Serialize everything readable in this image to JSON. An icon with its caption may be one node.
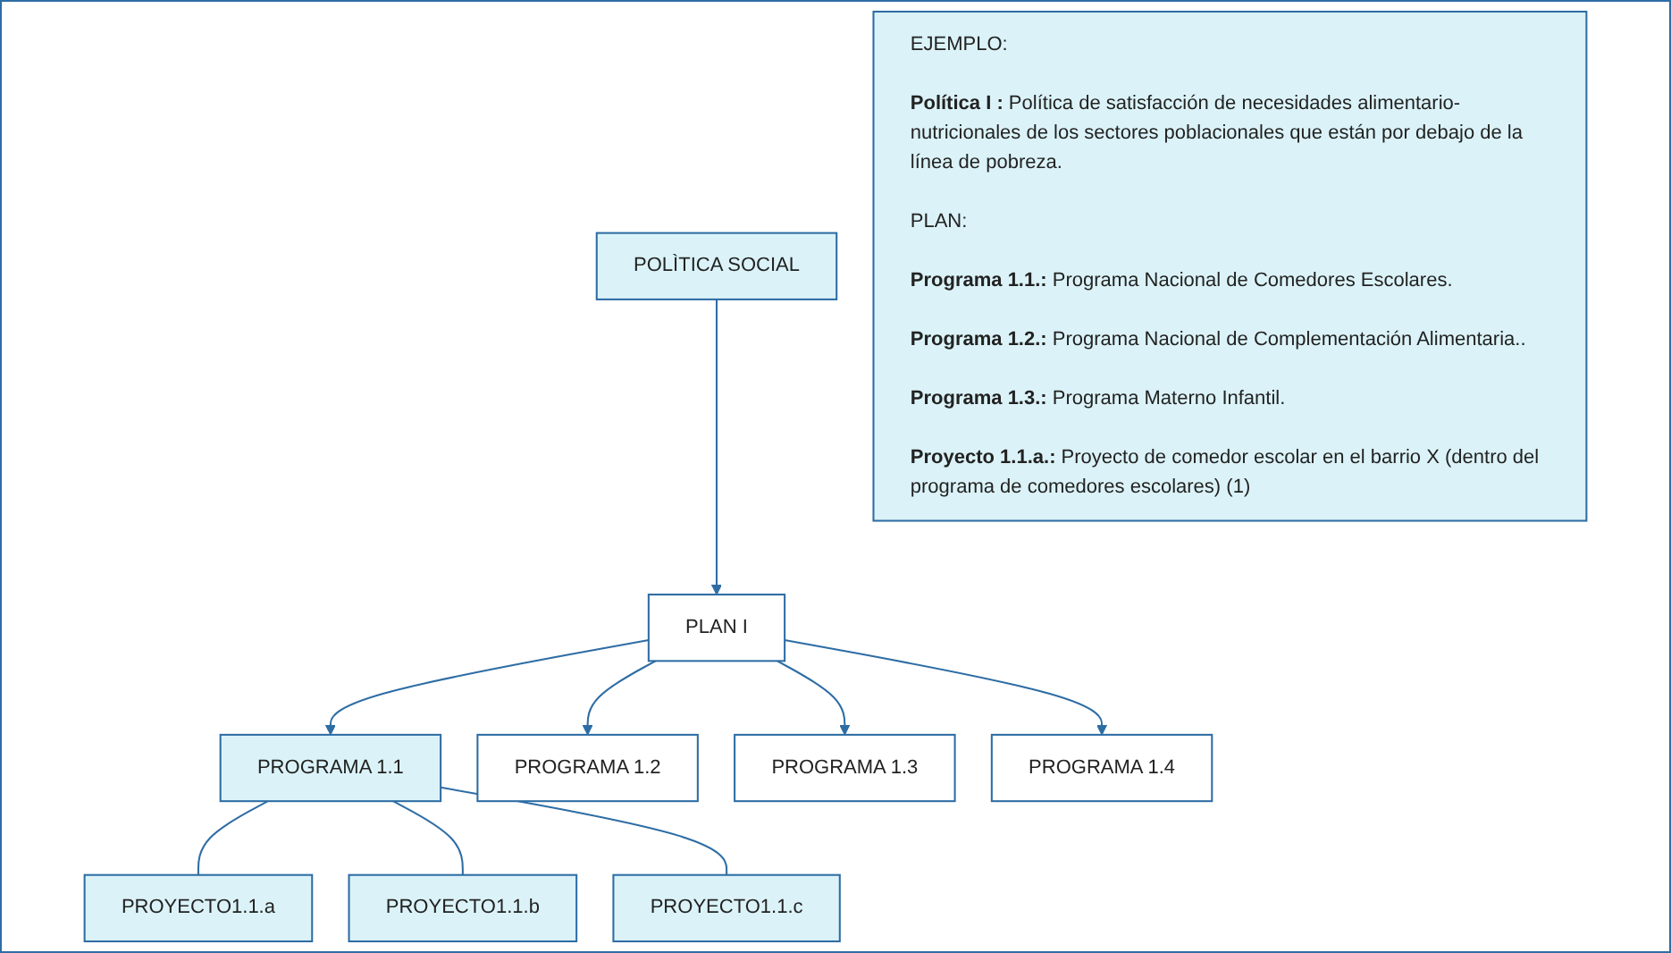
{
  "diagram": {
    "nodes": [
      {
        "text": [
          "POLÌTICA SOCIAL"
        ]
      },
      {
        "text": [
          "PLAN I"
        ]
      },
      {
        "text": [
          "PROGRAMA 1.1"
        ]
      },
      {
        "text": [
          "PROGRAMA 1.2"
        ]
      },
      {
        "text": [
          "PROGRAMA 1.3"
        ]
      },
      {
        "text": [
          "PROGRAMA 1.4"
        ]
      },
      {
        "text": [
          "PROYECTO1.1.a"
        ]
      },
      {
        "text": [
          "PROYECTO1.1.b"
        ]
      },
      {
        "text": [
          "PROYECTO1.1.c"
        ]
      },
      {
        "text": [
          "EJEMPLO:",
          "**Política I :** Política de satisfacción de necesidades alimentario-nutricionales de los sectores poblacionales que están por debajo de la línea de pobreza.",
          "PLAN:",
          "**Programa 1.1.:** Programa Nacional de Comedores Escolares.",
          "**Programa 1.2.:** Programa Nacional de Complementación Alimentaria..",
          "**Programa 1.3.:** Programa Materno Infantil.",
          "**Proyecto 1.1.a.:** Proyecto de comedor escolar en el barrio X (dentro del programa de comedores escolares) (1)"
        ]
      }
    ],
    "edges": [
      {
        "from": 0,
        "to": 1,
        "arrow": "to"
      },
      {
        "from": 1,
        "to": 2,
        "arrow": "to"
      },
      {
        "from": 1,
        "to": 3,
        "arrow": "to"
      },
      {
        "from": 1,
        "to": 4,
        "arrow": "to"
      },
      {
        "from": 1,
        "to": 5,
        "arrow": "to"
      },
      {
        "from": 2,
        "to": 6,
        "arrow": "none"
      },
      {
        "from": 2,
        "to": 7,
        "arrow": "none"
      },
      {
        "from": 2,
        "to": 8,
        "arrow": "none"
      }
    ]
  }
}
